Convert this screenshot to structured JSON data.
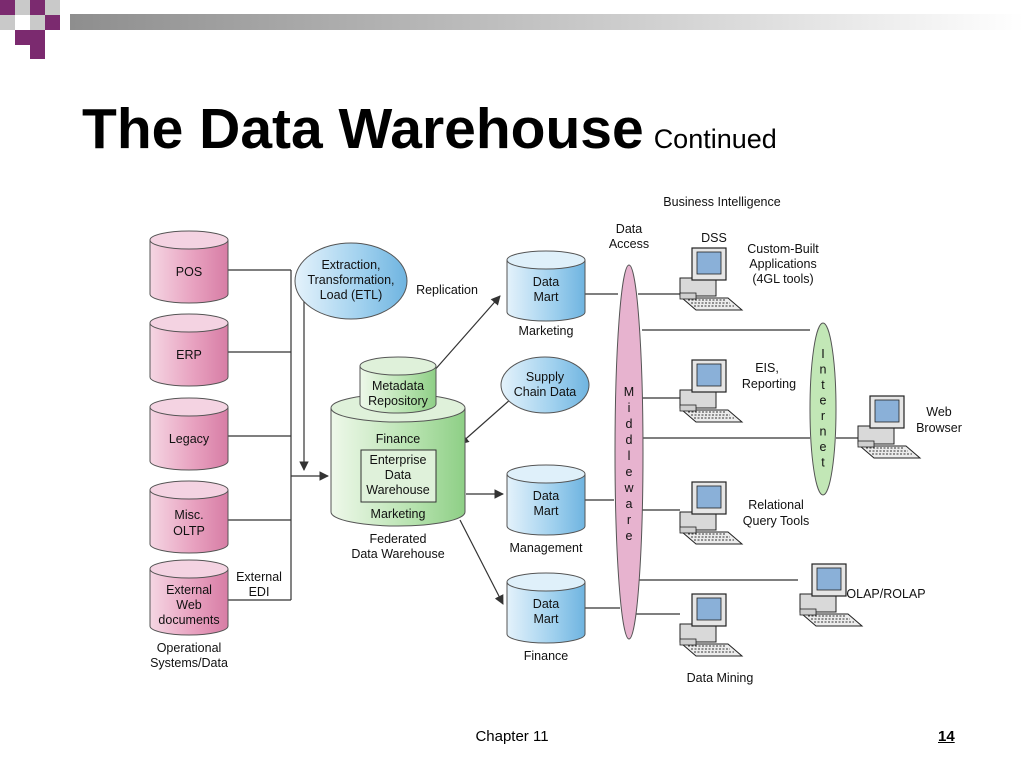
{
  "slide": {
    "title": "The Data Warehouse",
    "title_suffix": "Continued",
    "footer_chapter": "Chapter 11",
    "page_number": "14"
  },
  "diagram": {
    "heading": "Business Intelligence",
    "sources": {
      "pos": "POS",
      "erp": "ERP",
      "legacy": "Legacy",
      "misc": [
        "Misc.",
        "OLTP"
      ],
      "external_web": [
        "External",
        "Web",
        "documents"
      ],
      "caption": [
        "Operational",
        "Systems/Data"
      ]
    },
    "external_edi": [
      "External",
      "EDI"
    ],
    "etl": [
      "Extraction,",
      "Transformation,",
      "Load (ETL)"
    ],
    "replication": "Replication",
    "metadata": [
      "Metadata",
      "Repository"
    ],
    "warehouse": {
      "top": "Finance",
      "box": [
        "Enterprise",
        "Data",
        "Warehouse"
      ],
      "bottom": "Marketing",
      "caption": [
        "Federated",
        "Data Warehouse"
      ]
    },
    "supply_chain": [
      "Supply",
      "Chain Data"
    ],
    "marts": {
      "mart_label": [
        "Data",
        "Mart"
      ],
      "marketing": "Marketing",
      "management": "Management",
      "finance": "Finance"
    },
    "data_access": [
      "Data",
      "Access"
    ],
    "middleware": [
      "M",
      "i",
      "d",
      "d",
      "l",
      "e",
      "w",
      "a",
      "r",
      "e"
    ],
    "internet": [
      "I",
      "n",
      "t",
      "e",
      "r",
      "n",
      "e",
      "t"
    ],
    "clients": {
      "dss": "DSS",
      "custom": [
        "Custom-Built",
        "Applications",
        "(4GL tools)"
      ],
      "eis": [
        "EIS,",
        "Reporting"
      ],
      "relational": [
        "Relational",
        "Query Tools"
      ],
      "olap": "OLAP/ROLAP",
      "data_mining": "Data Mining",
      "web_browser": [
        "Web",
        "Browser"
      ]
    },
    "colors": {
      "pink_source": "#e8a2c0",
      "blue_ellipse": "#8fc7ea",
      "green_warehouse": "#b8e3b0",
      "middleware_pink": "#e7b3cf",
      "internet_green": "#c2e7b6",
      "monitor_screen": "#8ab0d8"
    }
  }
}
